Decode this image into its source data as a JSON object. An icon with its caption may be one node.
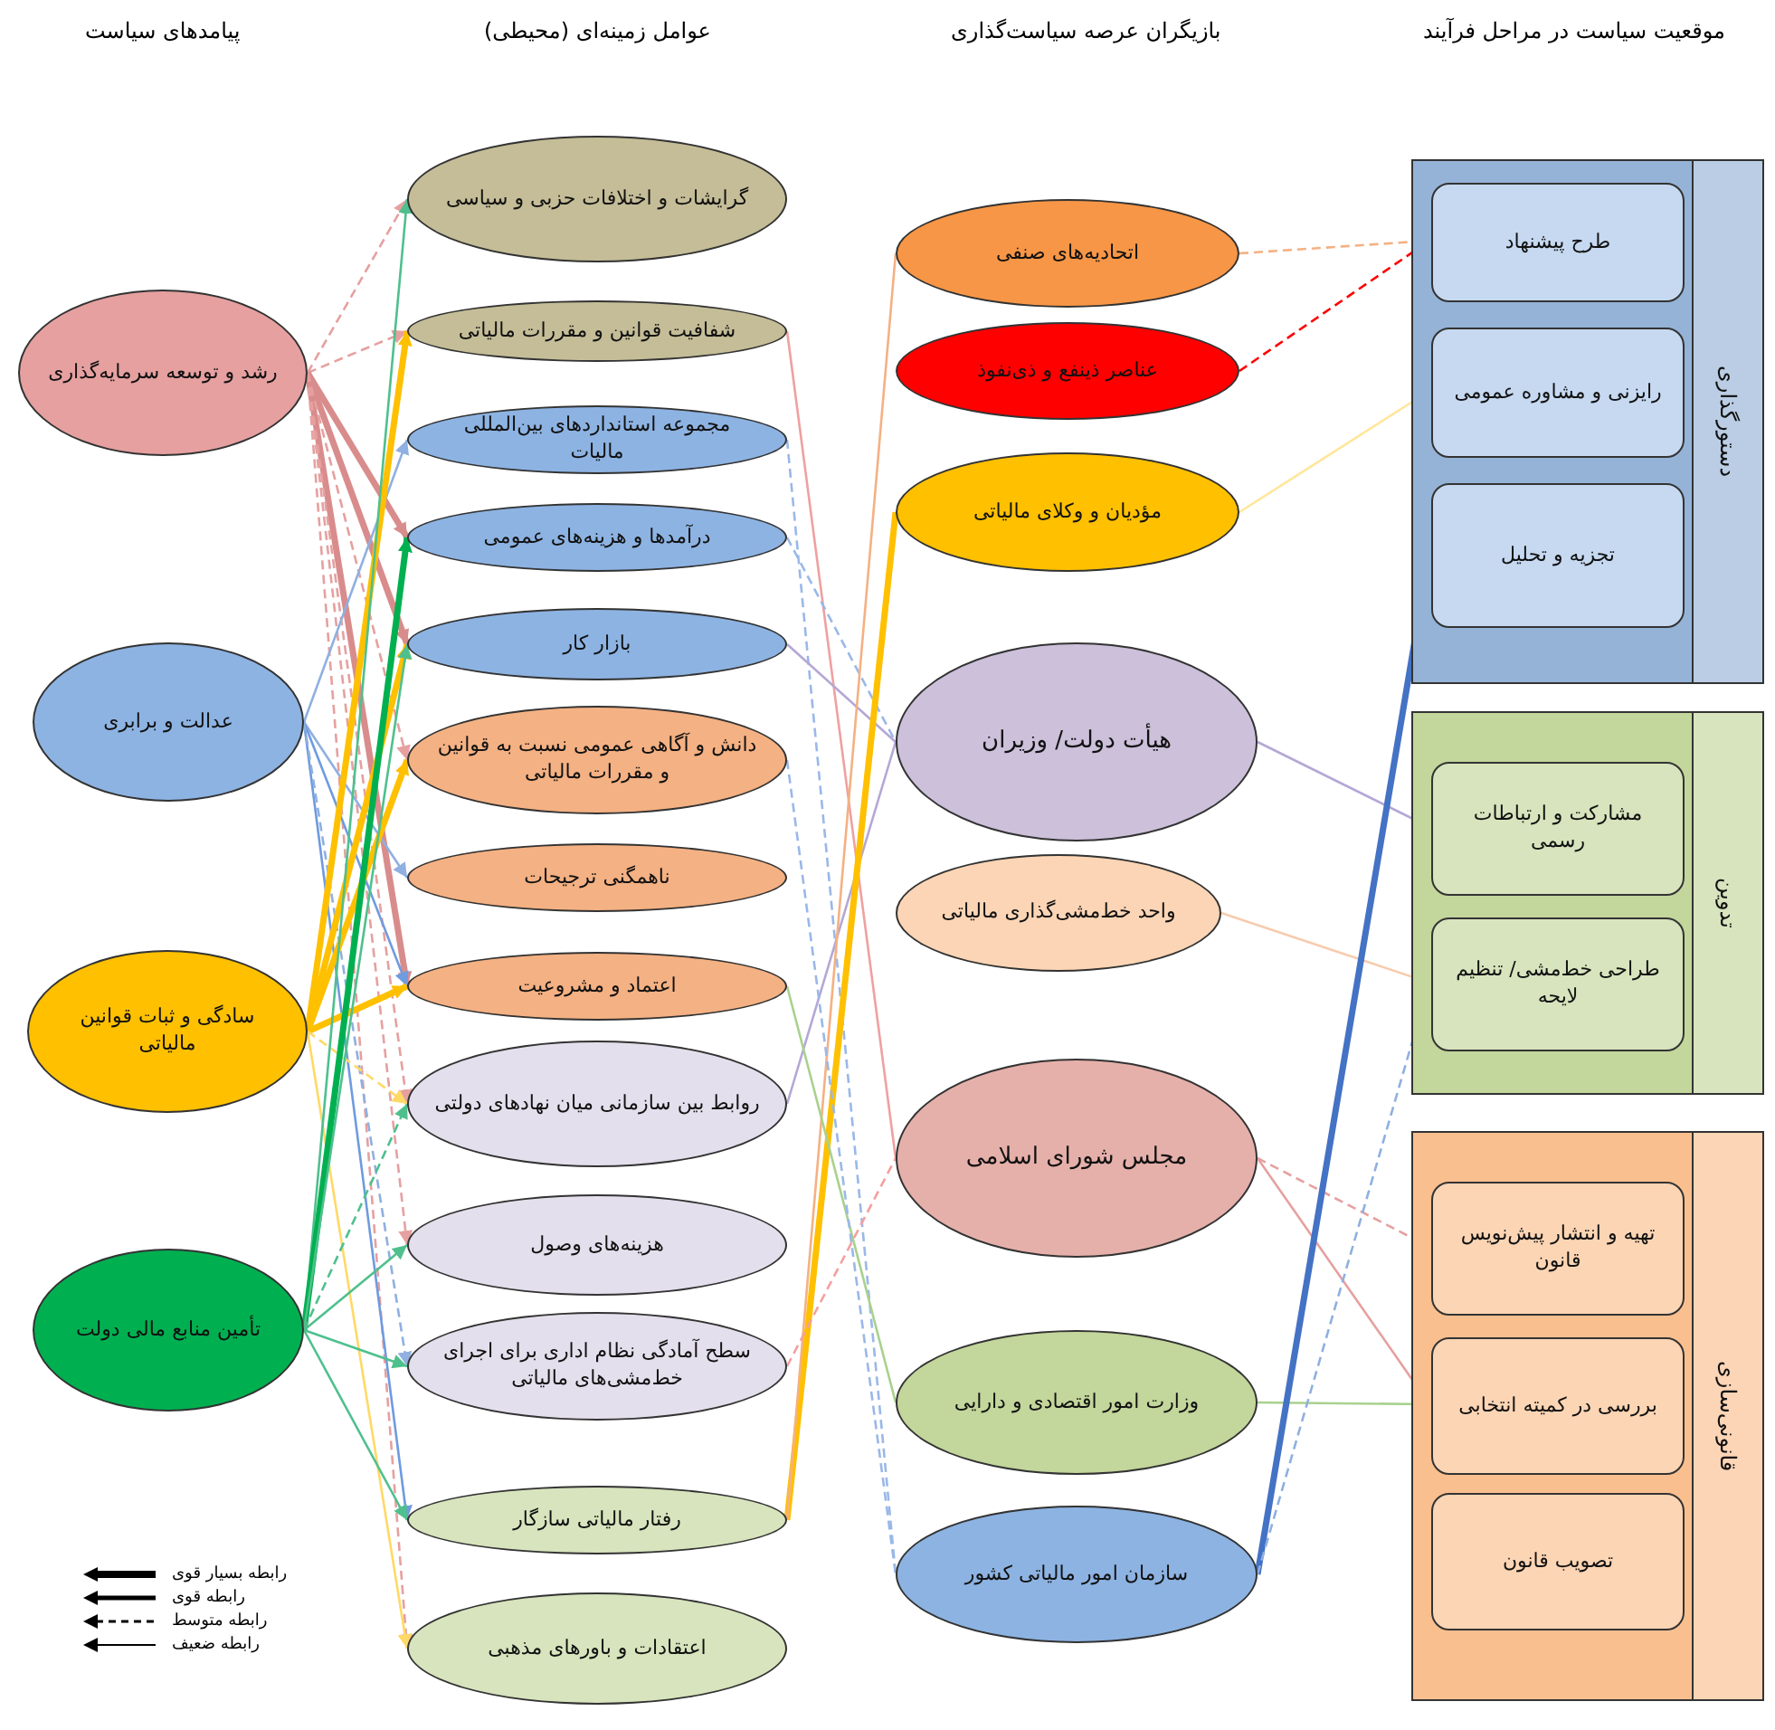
{
  "diagram": {
    "nodes": [
      {
        "text": [
          "رشد و توسعه سرمایه‌گذاری"
        ]
      },
      {
        "text": [
          "عدالت و برابری"
        ]
      },
      {
        "text": [
          "سادگی و ثبات قوانین مالیاتی"
        ]
      },
      {
        "text": [
          "تأمین منابع مالی دولت"
        ]
      },
      {
        "text": [
          "گرایشات و اختلافات حزبی و سیاسی"
        ]
      },
      {
        "text": [
          "شفافیت قوانین و مقررات مالیاتی"
        ]
      },
      {
        "text": [
          "مجموعه استانداردهای بین‌المللی مالیات"
        ]
      },
      {
        "text": [
          "درآمدها و هزینه‌های عمومی"
        ]
      },
      {
        "text": [
          "بازار کار"
        ]
      },
      {
        "text": [
          "دانش و آگاهی عمومی نسبت به قوانین و مقررات مالیاتی"
        ]
      },
      {
        "text": [
          "ناهمگنی ترجیحات"
        ]
      },
      {
        "text": [
          "اعتماد و مشروعیت"
        ]
      },
      {
        "text": [
          "روابط بین سازمانی میان نهادهای دولتی"
        ]
      },
      {
        "text": [
          "هزینه‌های وصول"
        ]
      },
      {
        "text": [
          "سطح آمادگی نظام اداری برای اجرای خط‌مشی‌های مالیاتی"
        ]
      },
      {
        "text": [
          "رفتار مالیاتی سازگار"
        ]
      },
      {
        "text": [
          "اعتقادات و باورهای مذهبی"
        ]
      },
      {
        "text": [
          "اتحادیه‌های صنفی"
        ]
      },
      {
        "text": [
          "عناصر ذینفع و ذی‌نفوذ"
        ]
      },
      {
        "text": [
          "مؤدیان و وکلای مالیاتی"
        ]
      },
      {
        "text": [
          "هیأت دولت/ وزیران"
        ]
      },
      {
        "text": [
          "واحد خط‌مشی‌گذاری مالیاتی"
        ]
      },
      {
        "text": [
          "مجلس شورای اسلامی"
        ]
      },
      {
        "text": [
          "وزارت امور اقتصادی و دارایی"
        ]
      },
      {
        "text": [
          "سازمان امور مالیاتی کشور"
        ]
      },
      {
        "text": [
          "دستورگذاری"
        ]
      },
      {
        "text": [
          "طرح پیشنهاد"
        ],
        "in": 25
      },
      {
        "text": [
          "رایزنی و مشاوره عمومی"
        ],
        "in": 25
      },
      {
        "text": [
          "تجزیه و تحلیل"
        ],
        "in": 25
      },
      {
        "text": [
          "تدوین"
        ]
      },
      {
        "text": [
          "مشارکت و ارتباطات رسمی"
        ],
        "in": 29
      },
      {
        "text": [
          "طراحی خط‌مشی/ تنظیم لایحه"
        ],
        "in": 29
      },
      {
        "text": [
          "قانونی‌سازی"
        ]
      },
      {
        "text": [
          "تهیه و انتشار پیش‌نویس قانون"
        ],
        "in": 32
      },
      {
        "text": [
          "بررسی در کمیته انتخابی"
        ],
        "in": 32
      },
      {
        "text": [
          "تصویب قانون"
        ],
        "in": 32
      }
    ],
    "edges": [
      {
        "from": 0,
        "to": 4,
        "arrow": "to",
        "style": "dashed",
        "color": "#e6a0a0"
      },
      {
        "from": 0,
        "to": 5,
        "arrow": "to",
        "style": "dashed",
        "color": "#e6a0a0"
      },
      {
        "from": 0,
        "to": 7,
        "arrow": "to",
        "style": "thick",
        "color": "#d98c8c"
      },
      {
        "from": 0,
        "to": 8,
        "arrow": "to",
        "style": "thick",
        "color": "#d98c8c"
      },
      {
        "from": 0,
        "to": 11,
        "arrow": "to",
        "style": "thick",
        "color": "#d98c8c"
      },
      {
        "from": 0,
        "to": 9,
        "arrow": "to",
        "style": "dashed",
        "color": "#e6a0a0"
      },
      {
        "from": 0,
        "to": 12,
        "arrow": "to",
        "style": "dashed",
        "color": "#e6a0a0"
      },
      {
        "from": 0,
        "to": 13,
        "arrow": "to",
        "style": "dashed",
        "color": "#e6a0a0"
      },
      {
        "from": 0,
        "to": 16,
        "arrow": "to",
        "style": "dashed",
        "color": "#e6a0a0"
      },
      {
        "from": 1,
        "to": 6,
        "arrow": "to",
        "color": "#8fb0e0"
      },
      {
        "from": 1,
        "to": 10,
        "arrow": "to",
        "color": "#8fb0e0"
      },
      {
        "from": 1,
        "to": 11,
        "arrow": "to",
        "color": "#6f9be0"
      },
      {
        "from": 1,
        "to": 15,
        "arrow": "to",
        "color": "#6f9be0"
      },
      {
        "from": 1,
        "to": 14,
        "arrow": "to",
        "style": "dashed",
        "color": "#8fb0e0"
      },
      {
        "from": 2,
        "to": 5,
        "arrow": "to",
        "style": "thick",
        "color": "#ffc000"
      },
      {
        "from": 2,
        "to": 8,
        "arrow": "to",
        "style": "thick",
        "color": "#ffc000"
      },
      {
        "from": 2,
        "to": 9,
        "arrow": "to",
        "style": "thick",
        "color": "#ffc000"
      },
      {
        "from": 2,
        "to": 11,
        "arrow": "to",
        "style": "thick",
        "color": "#ffc000"
      },
      {
        "from": 2,
        "to": 12,
        "arrow": "to",
        "style": "dashed",
        "color": "#ffd966"
      },
      {
        "from": 2,
        "to": 16,
        "arrow": "to",
        "color": "#ffd966"
      },
      {
        "from": 3,
        "to": 4,
        "arrow": "to",
        "color": "#4fc08d"
      },
      {
        "from": 3,
        "to": 7,
        "arrow": "to",
        "style": "thick",
        "color": "#00b050"
      },
      {
        "from": 3,
        "to": 8,
        "arrow": "to",
        "color": "#4fc08d"
      },
      {
        "from": 3,
        "to": 12,
        "arrow": "to",
        "style": "dashed",
        "color": "#4fc08d"
      },
      {
        "from": 3,
        "to": 13,
        "arrow": "to",
        "color": "#4fc08d"
      },
      {
        "from": 3,
        "to": 14,
        "arrow": "to",
        "color": "#4fc08d"
      },
      {
        "from": 3,
        "to": 15,
        "arrow": "to",
        "color": "#4fc08d"
      },
      {
        "from": 5,
        "to": 22,
        "arrow": "none",
        "color": "#f0a0a0"
      },
      {
        "from": 6,
        "to": 24,
        "arrow": "none",
        "style": "dashed",
        "color": "#9ab8e8"
      },
      {
        "from": 7,
        "to": 20,
        "arrow": "none",
        "style": "dashed",
        "color": "#9ab8e8"
      },
      {
        "from": 8,
        "to": 20,
        "arrow": "none",
        "color": "#b4a7d6"
      },
      {
        "from": 12,
        "to": 20,
        "arrow": "none",
        "color": "#b4a7d6"
      },
      {
        "from": 15,
        "to": 19,
        "arrow": "none",
        "style": "thick",
        "color": "#ffc000"
      },
      {
        "from": 15,
        "to": 17,
        "arrow": "none",
        "color": "#f4b183"
      },
      {
        "from": 11,
        "to": 23,
        "arrow": "none",
        "color": "#a9d18e"
      },
      {
        "from": 9,
        "to": 24,
        "arrow": "none",
        "style": "dashed",
        "color": "#9ab8e8"
      },
      {
        "from": 14,
        "to": 22,
        "arrow": "none",
        "style": "dashed",
        "color": "#f4a0a0"
      },
      {
        "from": 17,
        "to": 26,
        "arrow": "to",
        "style": "dashed",
        "color": "#f4b183"
      },
      {
        "from": 18,
        "to": 26,
        "arrow": "to",
        "style": "dashed",
        "color": "#ff0000"
      },
      {
        "from": 19,
        "to": 27,
        "arrow": "to",
        "color": "#ffe699"
      },
      {
        "from": 20,
        "to": 30,
        "arrow": "to",
        "color": "#b4a7d6"
      },
      {
        "from": 21,
        "to": 31,
        "arrow": "to",
        "color": "#f8cbad"
      },
      {
        "from": 22,
        "to": 34,
        "arrow": "to",
        "color": "#e6a0a0"
      },
      {
        "from": 22,
        "to": 33,
        "arrow": "to",
        "style": "dashed",
        "color": "#e6a0a0"
      },
      {
        "from": 23,
        "to": 34,
        "arrow": "to",
        "color": "#a9d18e"
      },
      {
        "from": 24,
        "to": 28,
        "arrow": "to",
        "style": "thick",
        "color": "#4472c4"
      },
      {
        "from": 24,
        "to": 31,
        "arrow": "to",
        "style": "dashed",
        "color": "#8fb0e0"
      }
    ],
    "labels": [
      "پیامدهای سیاست",
      "عوامل زمینه‌ای (محیطی)",
      "بازیگران عرصه سیاست‌گذاری",
      "موقعیت سیاست در مراحل فرآیند"
    ],
    "legend": [
      {
        "text": "رابطه بسیار قوی"
      },
      {
        "text": "رابطه قوی"
      },
      {
        "text": "رابطه متوسط"
      },
      {
        "text": "رابطه ضعیف"
      }
    ]
  }
}
